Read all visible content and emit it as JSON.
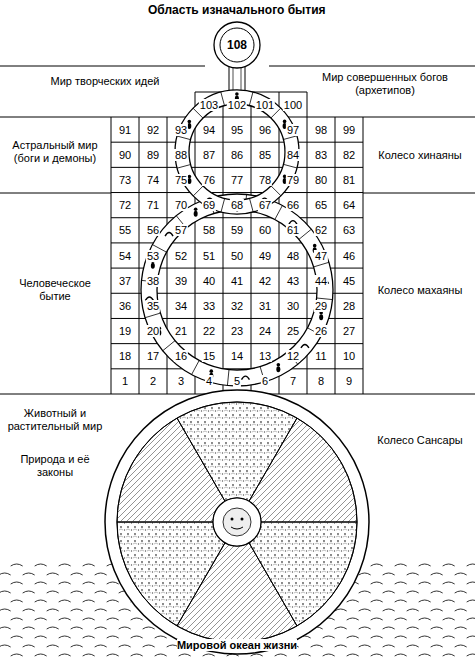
{
  "diagram": {
    "title": "Область изначального бытия",
    "nodes": [
      {
        "text": [
          "108"
        ]
      }
    ],
    "labels": [
      "Мир творческих идей",
      "Мир совершенных богов (архетипов)",
      "Астральный мир (боги и демоны)",
      "Колесо хинаяны",
      "Человеческое бытие",
      "Колесо махаяны",
      "Животный и растительный мир",
      "Природа и её законы",
      "Колесо Сансары",
      "Мировой океан жизни",
      "103",
      "102",
      "101",
      "100",
      "91",
      "92",
      "93",
      "94",
      "95",
      "96",
      "97",
      "98",
      "99",
      "90",
      "89",
      "88",
      "87",
      "86",
      "85",
      "84",
      "83",
      "82",
      "73",
      "74",
      "75",
      "76",
      "77",
      "78",
      "79",
      "80",
      "81",
      "72",
      "71",
      "70",
      "69",
      "68",
      "67",
      "66",
      "65",
      "64",
      "55",
      "56",
      "57",
      "58",
      "59",
      "60",
      "61",
      "62",
      "63",
      "54",
      "53",
      "52",
      "51",
      "50",
      "49",
      "48",
      "47",
      "46",
      "37",
      "38",
      "39",
      "40",
      "41",
      "42",
      "43",
      "44",
      "45",
      "36",
      "35",
      "34",
      "33",
      "32",
      "31",
      "30",
      "29",
      "28",
      "19",
      "20",
      "21",
      "22",
      "23",
      "24",
      "25",
      "26",
      "27",
      "18",
      "17",
      "16",
      "15",
      "14",
      "13",
      "12",
      "11",
      "10",
      "1",
      "2",
      "3",
      "4",
      "5",
      "6",
      "7",
      "8",
      "9"
    ]
  }
}
